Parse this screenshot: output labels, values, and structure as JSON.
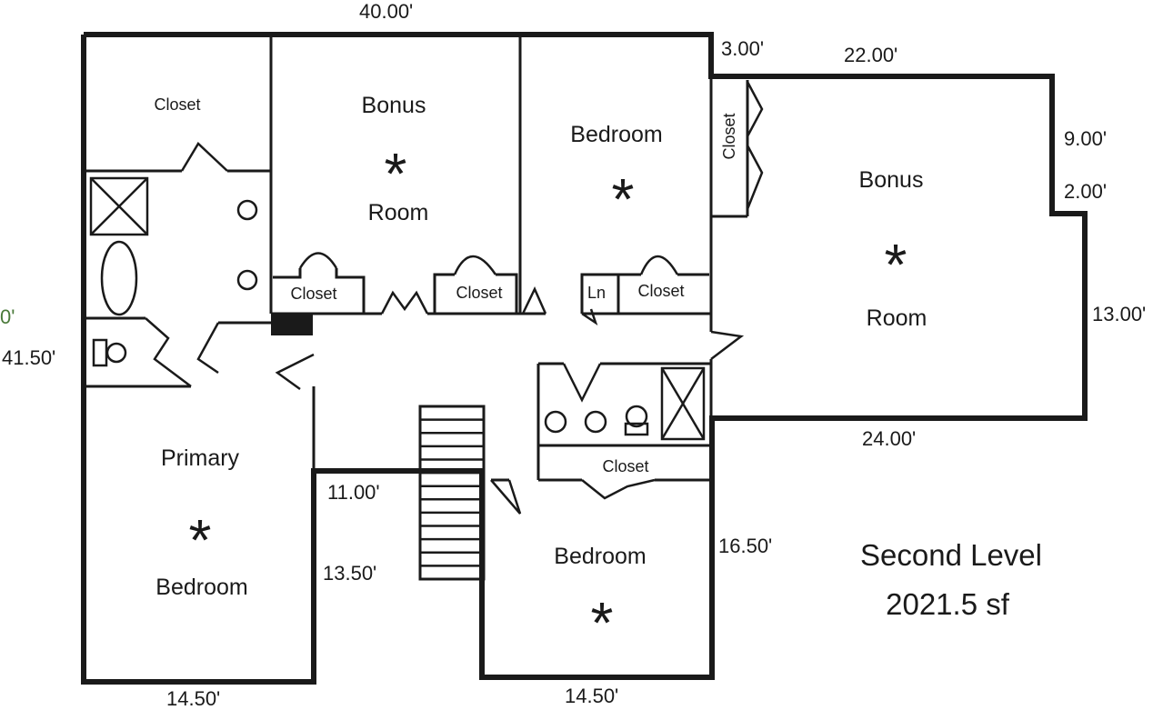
{
  "title": {
    "line1": "Second Level",
    "line2": "2021.5 sf"
  },
  "rooms": {
    "closet_top_left": "Closet",
    "bonus_left_line1": "Bonus",
    "bonus_left_line2": "Room",
    "bedroom_top": "Bedroom",
    "closet_vertical": "Closet",
    "bonus_right_line1": "Bonus",
    "bonus_right_line2": "Room",
    "closet_hall_1": "Closet",
    "closet_hall_2": "Closet",
    "linen": "Ln",
    "closet_hall_3": "Closet",
    "closet_bath": "Closet",
    "primary_line1": "Primary",
    "primary_line2": "Bedroom",
    "bedroom_bottom": "Bedroom",
    "star": "*"
  },
  "dimensions": {
    "top_width": "40.00'",
    "jog_3": "3.00'",
    "right_top_width": "22.00'",
    "right_9": "9.00'",
    "right_2": "2.00'",
    "right_13": "13.00'",
    "right_bottom_width": "24.00'",
    "left_height": "41.50'",
    "left_partial": "0'",
    "notch_11": "11.00'",
    "notch_13_5": "13.50'",
    "bedroom_16_5": "16.50'",
    "bottom_left_width": "14.50'",
    "bottom_mid_width": "14.50'"
  }
}
